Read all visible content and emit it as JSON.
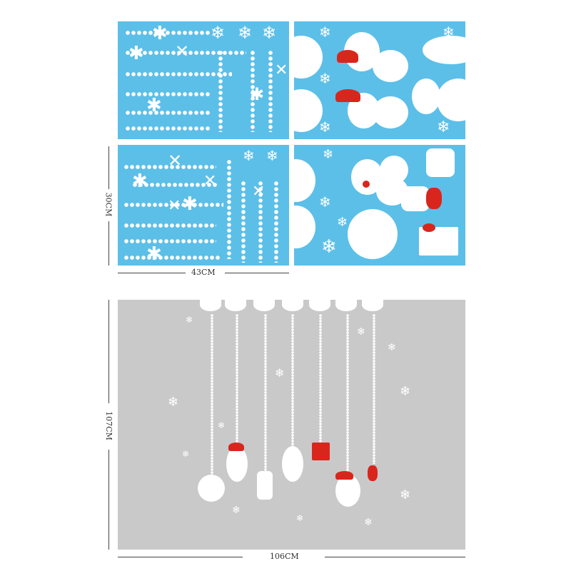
{
  "dimensions": {
    "sheet_height": "30CM",
    "sheet_width": "43CM",
    "display_height": "107CM",
    "display_width": "106CM"
  },
  "colors": {
    "sheet": "#5cbfe8",
    "window": "#c9c9c9",
    "accent": "#d9261c"
  }
}
